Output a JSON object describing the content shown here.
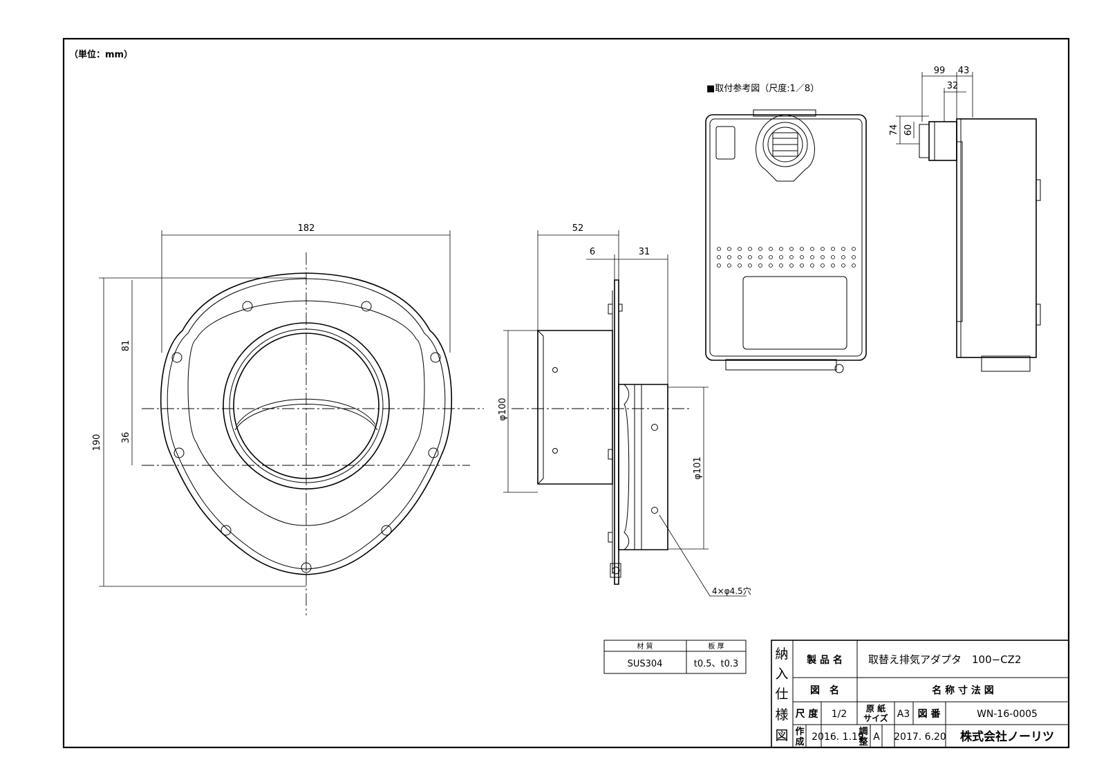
{
  "unit_note": "（単位：mm）",
  "reference": {
    "title": "■取付参考図（尺度:1／8）",
    "dims": {
      "d99": "99",
      "d43": "43",
      "d32": "32",
      "d74": "74",
      "d60": "60"
    }
  },
  "front_view": {
    "d182": "182",
    "d190": "190",
    "d81": "81",
    "d36": "36"
  },
  "side_view": {
    "d52": "52",
    "d6": "6",
    "d31": "31",
    "dia100": "φ100",
    "dia101": "φ101",
    "holes": "4×φ4.5穴"
  },
  "material_table": {
    "header_material": "材 質",
    "header_thickness": "板 厚",
    "material": "SUS304",
    "thickness": "t0.5、t0.3"
  },
  "title_block": {
    "side_label": [
      "納",
      "入",
      "仕",
      "様",
      "図"
    ],
    "product_label": "製 品 名",
    "product_name": "取替え排気アダプタ　100−CZ2",
    "drawing_label": "図　名",
    "drawing_name": "名 称 寸 法 図",
    "scale_label": "尺 度",
    "scale": "1/2",
    "paper_label_top": "原 紙",
    "paper_label_bottom": "サイズ",
    "paper": "A3",
    "number_label": "図 番",
    "number": "WN-16-0005",
    "created_label_top": "作",
    "created_label_bottom": "成",
    "created": "2016. 1.19",
    "revised_label_top": "調",
    "revised_label_bottom": "整",
    "revision": "A",
    "revised": "2017. 6.20",
    "company": "株式会社ノーリツ"
  }
}
